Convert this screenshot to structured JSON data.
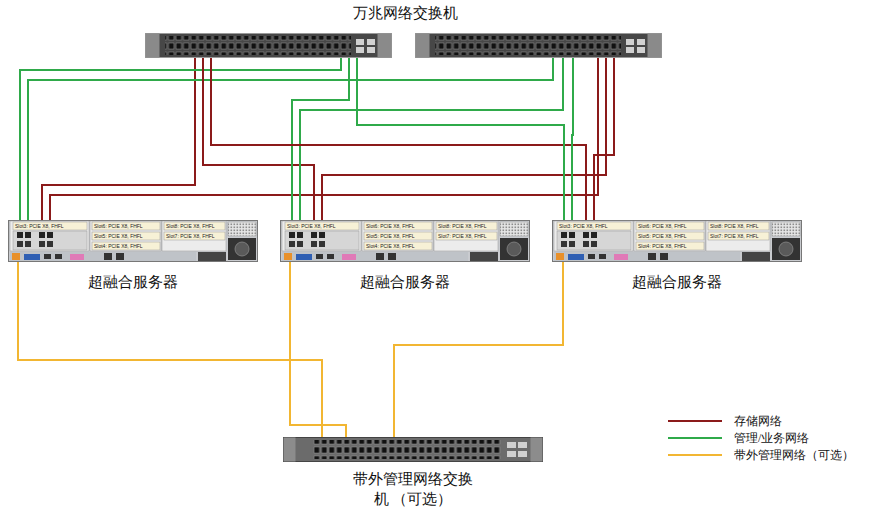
{
  "diagram": {
    "nodes": [
      {
        "text": [
          "万兆网络交换机"
        ]
      },
      {
        "text": [
          "超融合服务器"
        ]
      },
      {
        "text": [
          "超融合服务器"
        ]
      },
      {
        "text": [
          "超融合服务器"
        ]
      },
      {
        "text": [
          "带外管理网络交换机 （可选）"
        ]
      }
    ],
    "edges": [
      {
        "from": 0,
        "to": 1,
        "arrow": "none"
      },
      {
        "from": 0,
        "to": 1,
        "arrow": "none"
      },
      {
        "from": 0,
        "to": 1,
        "arrow": "none"
      },
      {
        "from": 0,
        "to": 1,
        "arrow": "none"
      },
      {
        "from": 0,
        "to": 2,
        "arrow": "none"
      },
      {
        "from": 0,
        "to": 2,
        "arrow": "none"
      },
      {
        "from": 0,
        "to": 2,
        "arrow": "none"
      },
      {
        "from": 0,
        "to": 2,
        "arrow": "none"
      },
      {
        "from": 0,
        "to": 3,
        "arrow": "none"
      },
      {
        "from": 0,
        "to": 3,
        "arrow": "none"
      },
      {
        "from": 0,
        "to": 3,
        "arrow": "none"
      },
      {
        "from": 0,
        "to": 3,
        "arrow": "none"
      },
      {
        "from": 1,
        "to": 4,
        "arrow": "none"
      },
      {
        "from": 2,
        "to": 4,
        "arrow": "none"
      },
      {
        "from": 3,
        "to": 4,
        "arrow": "none"
      }
    ],
    "labels": [
      "Slot3: PCIE X8, FHFL",
      "Slot6: PCIE X8, FHFL",
      "Slot5: PCIE X8, FHFL",
      "Slot4: PCIE X8, FHFL",
      "Slot8: PCIE X8, FHFL",
      "Slot7: PCIE X8, FHFL",
      "Slot3: PCIE X8, FHFL",
      "Slot6: PCIE X8, FHFL",
      "Slot5: PCIE X8, FHFL",
      "Slot4: PCIE X8, FHFL",
      "Slot8: PCIE X8, FHFL",
      "Slot7: PCIE X8, FHFL",
      "Slot3: PCIE X8, FHFL",
      "Slot6: PCIE X8, FHFL",
      "Slot5: PCIE X8, FHFL",
      "Slot4: PCIE X8, FHFL",
      "Slot8: PCIE X8, FHFL",
      "Slot7: PCIE X8, FHFL"
    ],
    "legend": [
      {
        "text": "存储网络"
      },
      {
        "text": "管理/业务网络"
      },
      {
        "text": "带外管理网络（可选）"
      }
    ]
  }
}
